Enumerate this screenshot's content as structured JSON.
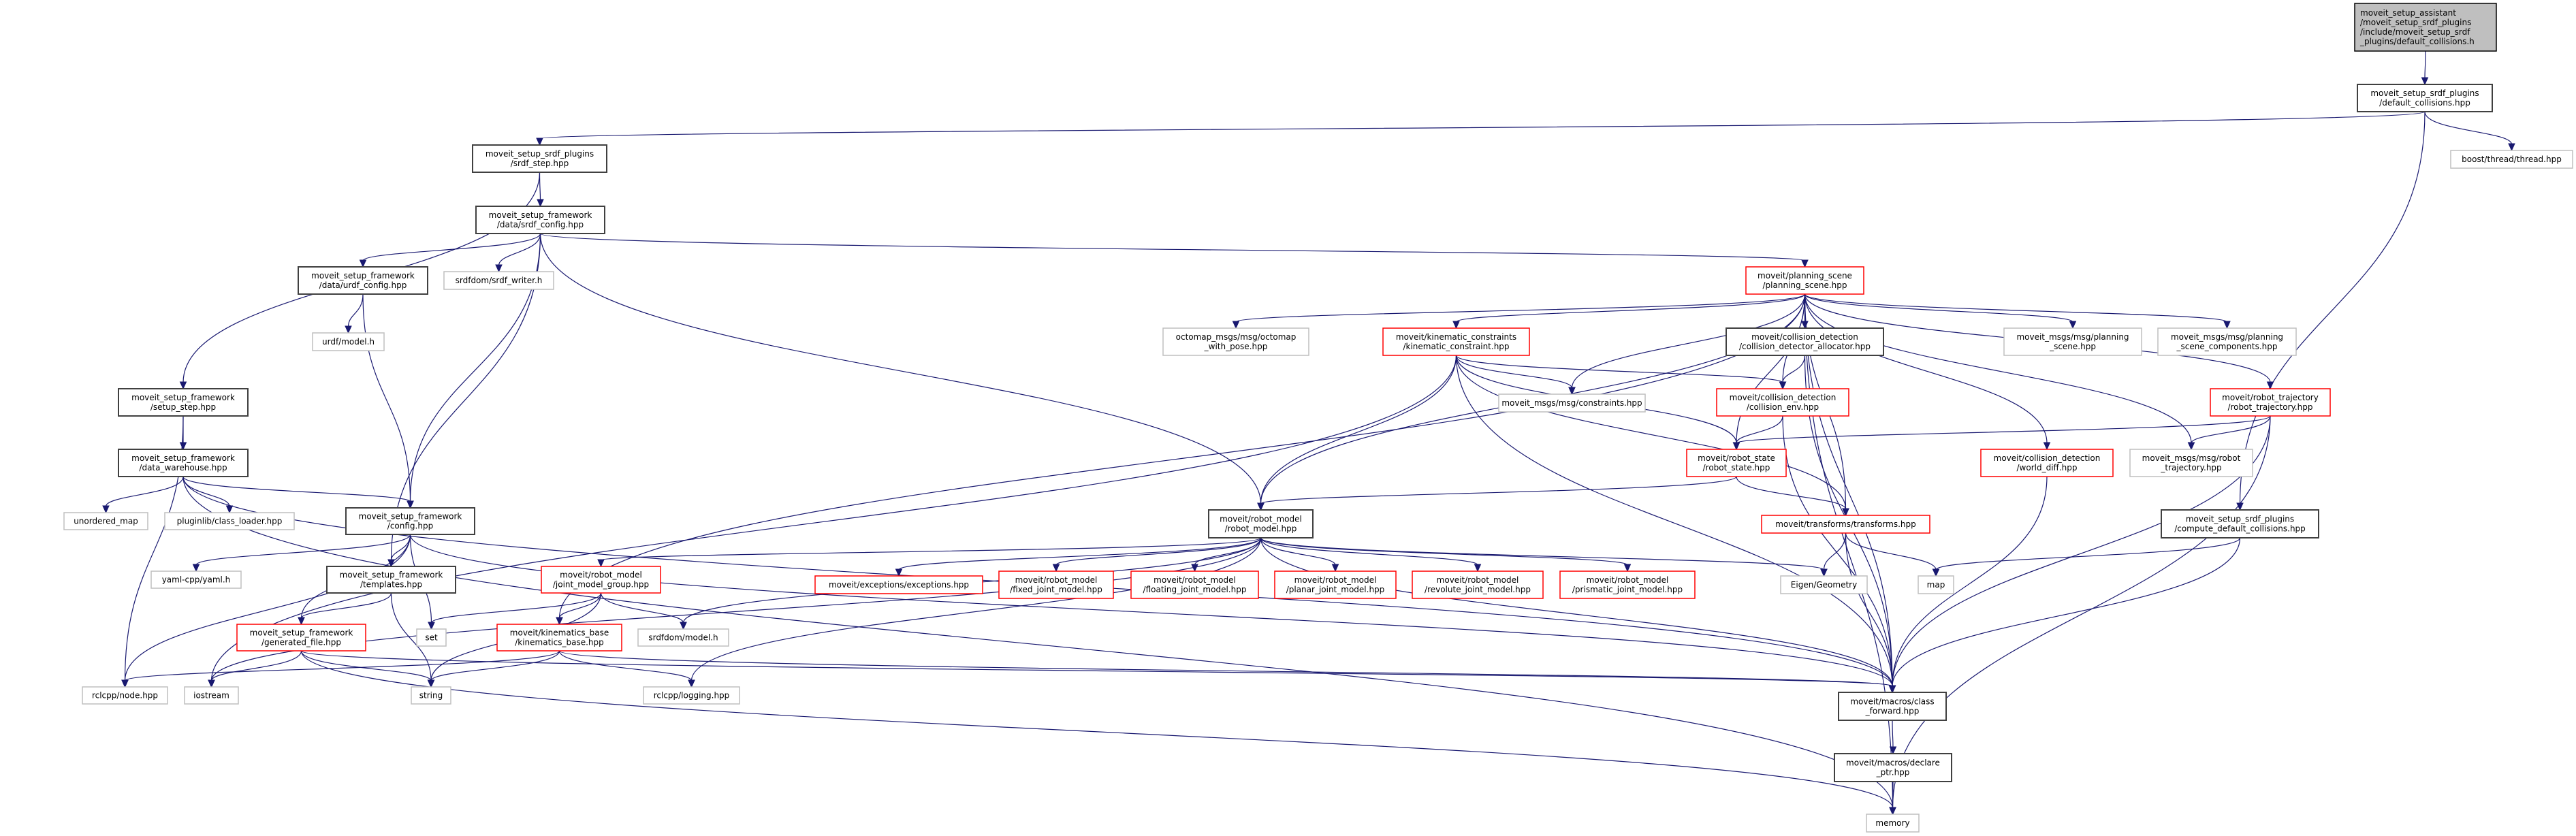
{
  "title": "Include dependency graph for default_collisions.h",
  "colors": {
    "edge": "#191970",
    "root_fill": "#bfbfbf",
    "documented_border": "#404040",
    "truncated_border": "#ff0000",
    "external_border": "#bfbfbf"
  },
  "nodes": [
    {
      "id": "root",
      "type": "root",
      "lines": [
        "moveit_setup_assistant",
        "/moveit_setup_srdf_plugins",
        "/include/moveit_setup_srdf",
        "_plugins/default_collisions.h"
      ]
    },
    {
      "id": "default_collisions",
      "type": "doc",
      "lines": [
        "moveit_setup_srdf_plugins",
        "/default_collisions.hpp"
      ]
    },
    {
      "id": "boost_thread",
      "type": "ext",
      "lines": [
        "boost/thread/thread.hpp"
      ]
    },
    {
      "id": "srdf_step",
      "type": "doc",
      "lines": [
        "moveit_setup_srdf_plugins",
        "/srdf_step.hpp"
      ]
    },
    {
      "id": "srdf_config",
      "type": "doc",
      "lines": [
        "moveit_setup_framework",
        "/data/srdf_config.hpp"
      ]
    },
    {
      "id": "urdf_config",
      "type": "doc",
      "lines": [
        "moveit_setup_framework",
        "/data/urdf_config.hpp"
      ]
    },
    {
      "id": "srdf_writer",
      "type": "ext",
      "lines": [
        "srdfdom/srdf_writer.h"
      ]
    },
    {
      "id": "urdf_model",
      "type": "ext",
      "lines": [
        "urdf/model.h"
      ]
    },
    {
      "id": "setup_step",
      "type": "doc",
      "lines": [
        "moveit_setup_framework",
        "/setup_step.hpp"
      ]
    },
    {
      "id": "data_warehouse",
      "type": "doc",
      "lines": [
        "moveit_setup_framework",
        "/data_warehouse.hpp"
      ]
    },
    {
      "id": "unordered_map",
      "type": "ext",
      "lines": [
        "unordered_map"
      ]
    },
    {
      "id": "pluginlib",
      "type": "ext",
      "lines": [
        "pluginlib/class_loader.hpp"
      ]
    },
    {
      "id": "config",
      "type": "doc",
      "lines": [
        "moveit_setup_framework",
        "/config.hpp"
      ]
    },
    {
      "id": "yaml",
      "type": "ext",
      "lines": [
        "yaml-cpp/yaml.h"
      ]
    },
    {
      "id": "templates",
      "type": "doc",
      "lines": [
        "moveit_setup_framework",
        "/templates.hpp"
      ]
    },
    {
      "id": "generated_file",
      "type": "trunc",
      "lines": [
        "moveit_setup_framework",
        "/generated_file.hpp"
      ]
    },
    {
      "id": "set",
      "type": "ext",
      "lines": [
        "set"
      ]
    },
    {
      "id": "joint_model_group",
      "type": "trunc",
      "lines": [
        "moveit/robot_model",
        "/joint_model_group.hpp"
      ]
    },
    {
      "id": "kinematics_base",
      "type": "trunc",
      "lines": [
        "moveit/kinematics_base",
        "/kinematics_base.hpp"
      ]
    },
    {
      "id": "srdfdom_model",
      "type": "ext",
      "lines": [
        "srdfdom/model.h"
      ]
    },
    {
      "id": "rclcpp_node",
      "type": "ext",
      "lines": [
        "rclcpp/node.hpp"
      ]
    },
    {
      "id": "iostream",
      "type": "ext",
      "lines": [
        "iostream"
      ]
    },
    {
      "id": "string",
      "type": "ext",
      "lines": [
        "string"
      ]
    },
    {
      "id": "rclcpp_logging",
      "type": "ext",
      "lines": [
        "rclcpp/logging.hpp"
      ]
    },
    {
      "id": "planning_scene",
      "type": "trunc",
      "lines": [
        "moveit/planning_scene",
        "/planning_scene.hpp"
      ]
    },
    {
      "id": "octomap",
      "type": "ext",
      "lines": [
        "octomap_msgs/msg/octomap",
        "_with_pose.hpp"
      ]
    },
    {
      "id": "kinematic_constraint",
      "type": "trunc",
      "lines": [
        "moveit/kinematic_constraints",
        "/kinematic_constraint.hpp"
      ]
    },
    {
      "id": "constraints",
      "type": "ext",
      "lines": [
        "moveit_msgs/msg/constraints.hpp"
      ]
    },
    {
      "id": "collision_detector_allocator",
      "type": "doc",
      "lines": [
        "moveit/collision_detection",
        "/collision_detector_allocator.hpp"
      ]
    },
    {
      "id": "msg_planning_scene",
      "type": "ext",
      "lines": [
        "moveit_msgs/msg/planning",
        "_scene.hpp"
      ]
    },
    {
      "id": "msg_planning_scene_components",
      "type": "ext",
      "lines": [
        "moveit_msgs/msg/planning",
        "_scene_components.hpp"
      ]
    },
    {
      "id": "collision_env",
      "type": "trunc",
      "lines": [
        "moveit/collision_detection",
        "/collision_env.hpp"
      ]
    },
    {
      "id": "robot_trajectory",
      "type": "trunc",
      "lines": [
        "moveit/robot_trajectory",
        "/robot_trajectory.hpp"
      ]
    },
    {
      "id": "robot_state",
      "type": "trunc",
      "lines": [
        "moveit/robot_state",
        "/robot_state.hpp"
      ]
    },
    {
      "id": "world_diff",
      "type": "trunc",
      "lines": [
        "moveit/collision_detection",
        "/world_diff.hpp"
      ]
    },
    {
      "id": "msg_robot_trajectory",
      "type": "ext",
      "lines": [
        "moveit_msgs/msg/robot",
        "_trajectory.hpp"
      ]
    },
    {
      "id": "robot_model",
      "type": "doc",
      "lines": [
        "moveit/robot_model",
        "/robot_model.hpp"
      ]
    },
    {
      "id": "exceptions",
      "type": "trunc",
      "lines": [
        "moveit/exceptions/exceptions.hpp"
      ]
    },
    {
      "id": "fixed_joint",
      "type": "trunc",
      "lines": [
        "moveit/robot_model",
        "/fixed_joint_model.hpp"
      ]
    },
    {
      "id": "floating_joint",
      "type": "trunc",
      "lines": [
        "moveit/robot_model",
        "/floating_joint_model.hpp"
      ]
    },
    {
      "id": "planar_joint",
      "type": "trunc",
      "lines": [
        "moveit/robot_model",
        "/planar_joint_model.hpp"
      ]
    },
    {
      "id": "revolute_joint",
      "type": "trunc",
      "lines": [
        "moveit/robot_model",
        "/revolute_joint_model.hpp"
      ]
    },
    {
      "id": "prismatic_joint",
      "type": "trunc",
      "lines": [
        "moveit/robot_model",
        "/prismatic_joint_model.hpp"
      ]
    },
    {
      "id": "transforms",
      "type": "trunc",
      "lines": [
        "moveit/transforms/transforms.hpp"
      ]
    },
    {
      "id": "compute_default_collisions",
      "type": "doc",
      "lines": [
        "moveit_setup_srdf_plugins",
        "/compute_default_collisions.hpp"
      ]
    },
    {
      "id": "eigen",
      "type": "ext",
      "lines": [
        "Eigen/Geometry"
      ]
    },
    {
      "id": "map",
      "type": "ext",
      "lines": [
        "map"
      ]
    },
    {
      "id": "class_forward",
      "type": "doc",
      "lines": [
        "moveit/macros/class",
        "_forward.hpp"
      ]
    },
    {
      "id": "declare_ptr",
      "type": "doc",
      "lines": [
        "moveit/macros/declare",
        "_ptr.hpp"
      ]
    },
    {
      "id": "memory",
      "type": "ext",
      "lines": [
        "memory"
      ]
    }
  ],
  "edges": [
    [
      "root",
      "default_collisions"
    ],
    [
      "default_collisions",
      "srdf_step"
    ],
    [
      "default_collisions",
      "boost_thread"
    ],
    [
      "default_collisions",
      "compute_default_collisions"
    ],
    [
      "srdf_step",
      "srdf_config"
    ],
    [
      "srdf_step",
      "setup_step"
    ],
    [
      "srdf_config",
      "urdf_config"
    ],
    [
      "srdf_config",
      "srdf_writer"
    ],
    [
      "srdf_config",
      "config"
    ],
    [
      "srdf_config",
      "templates"
    ],
    [
      "srdf_config",
      "robot_model"
    ],
    [
      "srdf_config",
      "planning_scene"
    ],
    [
      "urdf_config",
      "urdf_model"
    ],
    [
      "urdf_config",
      "config"
    ],
    [
      "setup_step",
      "data_warehouse"
    ],
    [
      "setup_step",
      "rclcpp_node"
    ],
    [
      "data_warehouse",
      "unordered_map"
    ],
    [
      "data_warehouse",
      "pluginlib"
    ],
    [
      "data_warehouse",
      "config"
    ],
    [
      "data_warehouse",
      "memory"
    ],
    [
      "data_warehouse",
      "class_forward"
    ],
    [
      "config",
      "yaml"
    ],
    [
      "config",
      "templates"
    ],
    [
      "config",
      "generated_file"
    ],
    [
      "config",
      "set"
    ],
    [
      "config",
      "rclcpp_node"
    ],
    [
      "config",
      "class_forward"
    ],
    [
      "templates",
      "generated_file"
    ],
    [
      "templates",
      "string"
    ],
    [
      "generated_file",
      "iostream"
    ],
    [
      "generated_file",
      "string"
    ],
    [
      "generated_file",
      "memory"
    ],
    [
      "generated_file",
      "class_forward"
    ],
    [
      "joint_model_group",
      "set"
    ],
    [
      "joint_model_group",
      "string"
    ],
    [
      "joint_model_group",
      "kinematics_base"
    ],
    [
      "joint_model_group",
      "srdfdom_model"
    ],
    [
      "kinematics_base",
      "rclcpp_node"
    ],
    [
      "kinematics_base",
      "string"
    ],
    [
      "kinematics_base",
      "rclcpp_logging"
    ],
    [
      "kinematics_base",
      "class_forward"
    ],
    [
      "planning_scene",
      "octomap"
    ],
    [
      "planning_scene",
      "kinematic_constraint"
    ],
    [
      "planning_scene",
      "collision_detector_allocator"
    ],
    [
      "planning_scene",
      "msg_planning_scene"
    ],
    [
      "planning_scene",
      "msg_planning_scene_components"
    ],
    [
      "planning_scene",
      "collision_env"
    ],
    [
      "planning_scene",
      "robot_trajectory"
    ],
    [
      "planning_scene",
      "robot_state"
    ],
    [
      "planning_scene",
      "world_diff"
    ],
    [
      "planning_scene",
      "msg_robot_trajectory"
    ],
    [
      "planning_scene",
      "constraints"
    ],
    [
      "planning_scene",
      "robot_model"
    ],
    [
      "planning_scene",
      "transforms"
    ],
    [
      "planning_scene",
      "class_forward"
    ],
    [
      "planning_scene",
      "memory"
    ],
    [
      "planning_scene",
      "kinematics_base"
    ],
    [
      "kinematic_constraint",
      "constraints"
    ],
    [
      "kinematic_constraint",
      "collision_env"
    ],
    [
      "kinematic_constraint",
      "robot_state"
    ],
    [
      "kinematic_constraint",
      "robot_model"
    ],
    [
      "kinematic_constraint",
      "transforms"
    ],
    [
      "kinematic_constraint",
      "class_forward"
    ],
    [
      "kinematic_constraint",
      "iostream"
    ],
    [
      "collision_detector_allocator",
      "collision_env"
    ],
    [
      "collision_detector_allocator",
      "class_forward"
    ],
    [
      "collision_env",
      "robot_state"
    ],
    [
      "collision_env",
      "class_forward"
    ],
    [
      "robot_trajectory",
      "robot_state"
    ],
    [
      "robot_trajectory",
      "msg_robot_trajectory"
    ],
    [
      "robot_trajectory",
      "class_forward"
    ],
    [
      "robot_trajectory",
      "memory"
    ],
    [
      "robot_state",
      "robot_model"
    ],
    [
      "robot_state",
      "transforms"
    ],
    [
      "world_diff",
      "class_forward"
    ],
    [
      "robot_model",
      "joint_model_group"
    ],
    [
      "robot_model",
      "exceptions"
    ],
    [
      "robot_model",
      "fixed_joint"
    ],
    [
      "robot_model",
      "floating_joint"
    ],
    [
      "robot_model",
      "planar_joint"
    ],
    [
      "robot_model",
      "revolute_joint"
    ],
    [
      "robot_model",
      "prismatic_joint"
    ],
    [
      "robot_model",
      "eigen"
    ],
    [
      "robot_model",
      "class_forward"
    ],
    [
      "robot_model",
      "srdfdom_model"
    ],
    [
      "robot_model",
      "rclcpp_logging"
    ],
    [
      "robot_model",
      "iostream"
    ],
    [
      "transforms",
      "eigen"
    ],
    [
      "transforms",
      "map"
    ],
    [
      "transforms",
      "class_forward"
    ],
    [
      "compute_default_collisions",
      "map"
    ],
    [
      "compute_default_collisions",
      "class_forward"
    ],
    [
      "class_forward",
      "declare_ptr"
    ],
    [
      "declare_ptr",
      "memory"
    ]
  ]
}
